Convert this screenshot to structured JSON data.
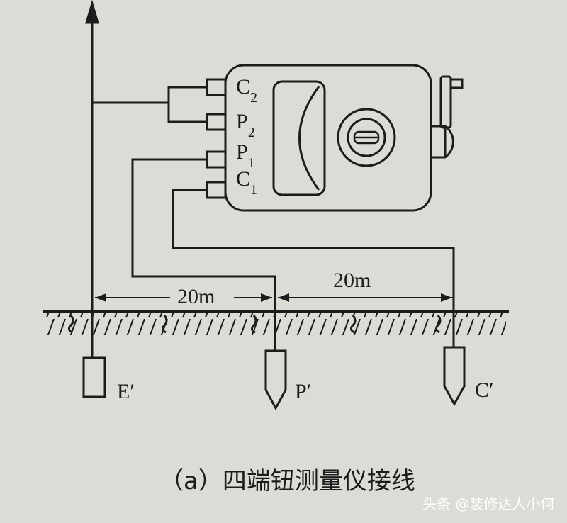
{
  "terminals": {
    "c2": {
      "letter": "C",
      "sub": "2"
    },
    "p2": {
      "letter": "P",
      "sub": "2"
    },
    "p1": {
      "letter": "P",
      "sub": "1"
    },
    "c1": {
      "letter": "C",
      "sub": "1"
    }
  },
  "distances": {
    "left": "20m",
    "right": "20m"
  },
  "electrodes": {
    "e": "E′",
    "p": "P′",
    "c": "C′"
  },
  "caption": "（a）四端钮测量仪接线",
  "watermark": "头条 @装修达人小何"
}
